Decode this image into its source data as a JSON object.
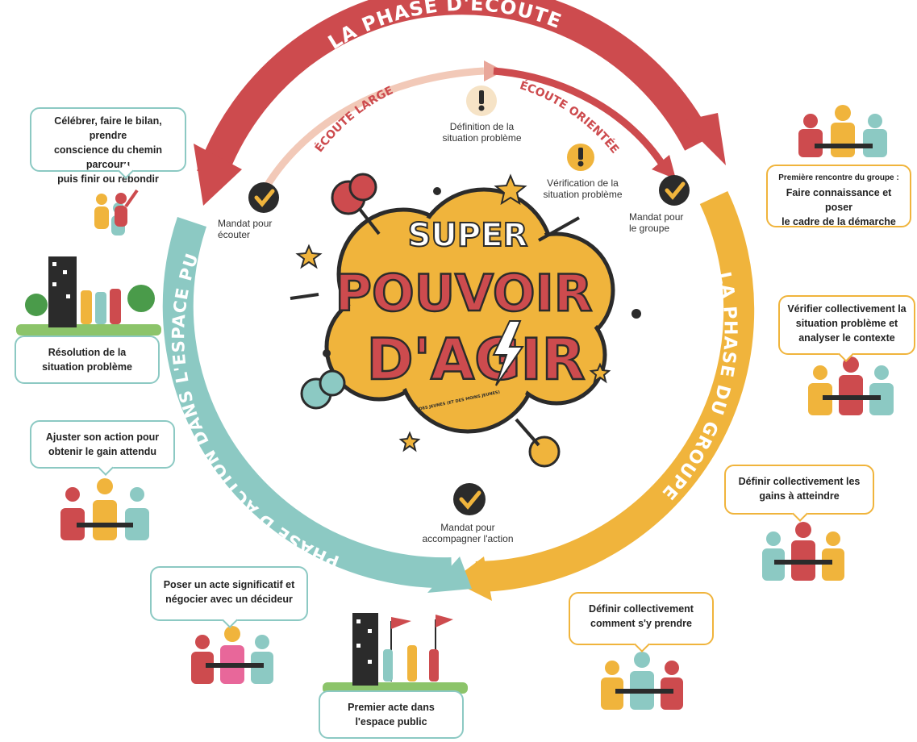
{
  "phases": {
    "ecoute": {
      "title": "LA PHASE D'ÉCOUTE",
      "color": "#cd4b4e"
    },
    "groupe": {
      "title": "LA PHASE DU GROUPE",
      "color": "#f0b43c"
    },
    "action": {
      "title": "LA PHASE D'ACTION DANS L'ESPACE PUBLIC",
      "color": "#8cc9c3"
    }
  },
  "inner_arcs": {
    "large": "ÉCOUTE LARGE",
    "orientee": "ÉCOUTE ORIENTÉE"
  },
  "milestones": {
    "definition": [
      "Définition de la",
      "situation problème"
    ],
    "verification": [
      "Vérification de la",
      "situation problème"
    ],
    "mandat_ecouter": [
      "Mandat pour",
      "écouter"
    ],
    "mandat_groupe": [
      "Mandat pour",
      "le groupe"
    ],
    "mandat_action": [
      "Mandat pour",
      "accompagner l'action"
    ]
  },
  "logo": {
    "super": "SUPER",
    "pouvoir": "POUVOIR",
    "dagir": "D'AGIR",
    "tagline": "DES JEUNES (ET DES MOINS JEUNES)"
  },
  "bubbles": {
    "celebrer": [
      "Célébrer, faire le bilan, prendre",
      "conscience du chemin parcouru",
      "puis finir ou rebondir"
    ],
    "premiere_note": "Première rencontre du groupe :",
    "premiere": [
      "Faire connaissance et poser",
      "le cadre de la démarche"
    ],
    "verifier": [
      "Vérifier collectivement la",
      "situation problème et",
      "analyser le contexte"
    ],
    "resolution": [
      "Résolution de la",
      "situation problème"
    ],
    "ajuster": [
      "Ajuster son action pour",
      "obtenir le gain attendu"
    ],
    "gains": [
      "Définir collectivement les",
      "gains à atteindre"
    ],
    "poser": [
      "Poser un acte significatif et",
      "négocier avec un décideur"
    ],
    "comment": [
      "Définir collectivement",
      "comment s'y prendre"
    ],
    "premier_acte": [
      "Premier acte dans",
      "l'espace public"
    ]
  },
  "colors": {
    "red": "#cd4b4e",
    "orange": "#f0b43c",
    "teal": "#8cc9c3",
    "dark": "#2b2b2b",
    "cream": "#f6e3c6"
  },
  "icons": [
    "check-icon",
    "exclamation-icon",
    "star-icon",
    "lightning-icon",
    "meeting-icon",
    "building-icon",
    "flag-icon",
    "tree-icon"
  ]
}
